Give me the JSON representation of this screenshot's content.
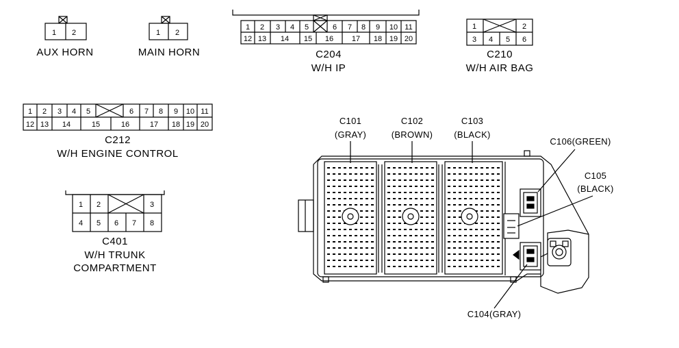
{
  "connectors": {
    "aux_horn": {
      "name": "AUX HORN",
      "pins": [
        "1",
        "2"
      ]
    },
    "main_horn": {
      "name": "MAIN HORN",
      "pins": [
        "1",
        "2"
      ]
    },
    "c204": {
      "id": "C204",
      "desc": "W/H IP",
      "row1": [
        "1",
        "2",
        "3",
        "4",
        "5",
        "6",
        "7",
        "8",
        "9",
        "10",
        "11"
      ],
      "row2": [
        "12",
        "13",
        "14",
        "15",
        "16",
        "17",
        "18",
        "19",
        "20"
      ]
    },
    "c210": {
      "id": "C210",
      "desc": "W/H AIR BAG",
      "row1": [
        "1",
        "2"
      ],
      "row2": [
        "3",
        "4",
        "5",
        "6"
      ]
    },
    "c212": {
      "id": "C212",
      "desc": "W/H ENGINE CONTROL",
      "row1": [
        "1",
        "2",
        "3",
        "4",
        "5",
        "6",
        "7",
        "8",
        "9",
        "10",
        "11"
      ],
      "row2": [
        "12",
        "13",
        "14",
        "15",
        "16",
        "17",
        "18",
        "19",
        "20"
      ]
    },
    "c401": {
      "id": "C401",
      "desc_line1": "W/H TRUNK",
      "desc_line2": "COMPARTMENT",
      "row1": [
        "1",
        "2",
        "3"
      ],
      "row2": [
        "4",
        "5",
        "6",
        "7",
        "8"
      ]
    }
  },
  "fuse_block": {
    "c101": {
      "id": "C101",
      "color": "(GRAY)"
    },
    "c102": {
      "id": "C102",
      "color": "(BROWN)"
    },
    "c103": {
      "id": "C103",
      "color": "(BLACK)"
    },
    "c105": {
      "id": "C105",
      "color": "(BLACK)"
    },
    "c106_label": "C106(GREEN)",
    "c104_label": "C104(GRAY)"
  }
}
